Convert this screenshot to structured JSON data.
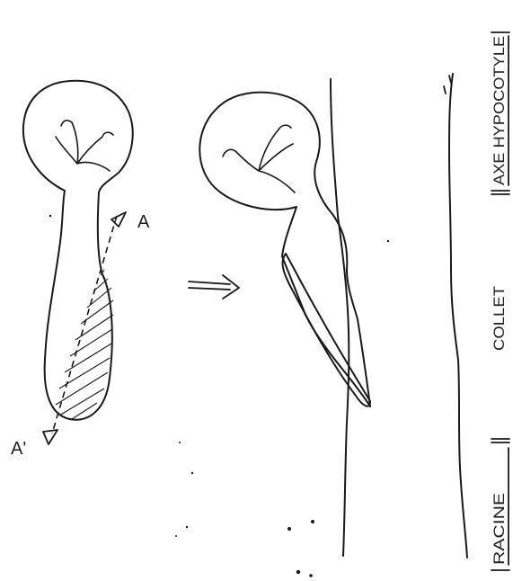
{
  "section_labels": {
    "hypocotyl": "AXE HYPOCOTYLE",
    "collar": "COLLET",
    "root": "RACINE"
  },
  "cut_labels": {
    "start": "A",
    "end": "A'"
  }
}
